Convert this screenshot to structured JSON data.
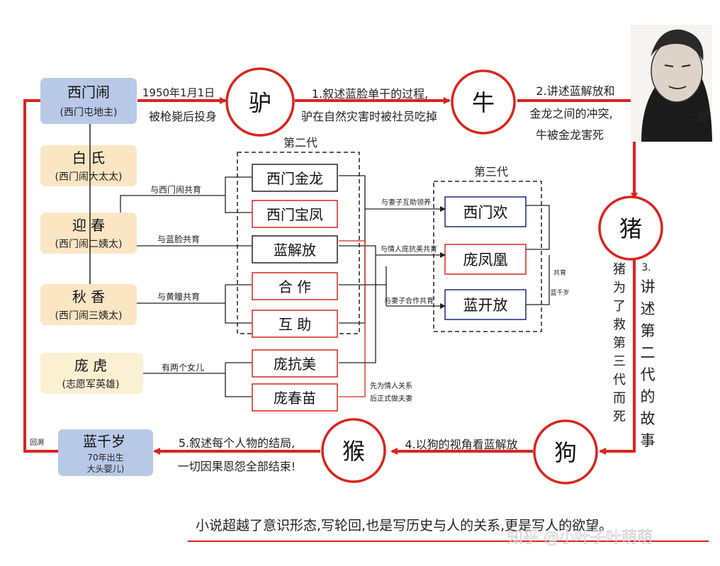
{
  "characters": {
    "ximen_nao": {
      "name": "西门闹",
      "desc": "(西门屯地主)",
      "color": "#b8c9e8"
    },
    "bai_shi": {
      "name": "白 氏",
      "desc": "(西门闹大太太)",
      "color": "#fbe6c4"
    },
    "ying_chun": {
      "name": "迎 春",
      "desc": "(西门闹二姨太)",
      "color": "#fbe6c4"
    },
    "qiu_xiang": {
      "name": "秋 香",
      "desc": "(西门闹三姨太)",
      "color": "#fbe6c4"
    },
    "pang_hu": {
      "name": "庞 虎",
      "desc": "(志愿军英雄)",
      "color": "#fbf0d2"
    },
    "lan_qiansui": {
      "name": "蓝千岁",
      "desc1": "70年出生",
      "desc2": "大头婴儿)",
      "color": "#b8c9e8"
    }
  },
  "animals": {
    "donkey": "驴",
    "ox": "牛",
    "pig": "猪",
    "dog": "狗",
    "monkey": "猴"
  },
  "stages": {
    "s0_line1": "1950年1月1日",
    "s0_line2": "被枪毙后投身",
    "s1_line1": "1.叙述蓝脸单干的过程,",
    "s1_line2": "驴在自然灾害时被社员吃掉",
    "s2_line1": "2.讲述蓝解放和",
    "s2_line2": "金龙之间的冲突,",
    "s2_line3": "牛被金龙害死",
    "s3_num": "3.",
    "s3_chars": [
      "讲",
      "述",
      "第",
      "二",
      "代",
      "的",
      "故",
      "事"
    ],
    "s3_sub": [
      "猪",
      "为",
      "了",
      "救",
      "第",
      "三",
      "代",
      "而",
      "死"
    ],
    "s4": "4.以狗的视角看蓝解放",
    "s5_line1": "5.叙述每个人物的结局,",
    "s5_line2": "一切因果恩怨全部结束!",
    "huisu": "回溯"
  },
  "generations": {
    "second_title": "第二代",
    "third_title": "第三代",
    "second": [
      "西门金龙",
      "西门宝凤",
      "蓝解放",
      "合 作",
      "互 助",
      "庞抗美",
      "庞春苗"
    ],
    "third": [
      "西门欢",
      "庞凤凰",
      "蓝开放"
    ]
  },
  "relations": {
    "with_ximen": "与西门闹共育",
    "with_lanlian": "与蓝脸共育",
    "with_huangtong": "与黄瞳共育",
    "two_daughters": "有两个女儿",
    "jinlong_huzhu": "与妻子互助领养",
    "jiefang_lover": "与情人庞抗美共育",
    "jiefang_hezuo": "与妻子合作共育",
    "lover_first": "先为情人关系",
    "then_married": "后正式做夫妻",
    "raised1": "共育",
    "raised2": "蓝千岁"
  },
  "footer": {
    "summary": "小说超越了意识形态,写轮回,也是写历史与人的关系,更是写人的欲望。",
    "watermark": "知乎 @小叶子叶萌萌"
  },
  "colors": {
    "red": "#d9251d",
    "blue_box": "#b8c9e8",
    "beige_box": "#fbe6c4"
  }
}
